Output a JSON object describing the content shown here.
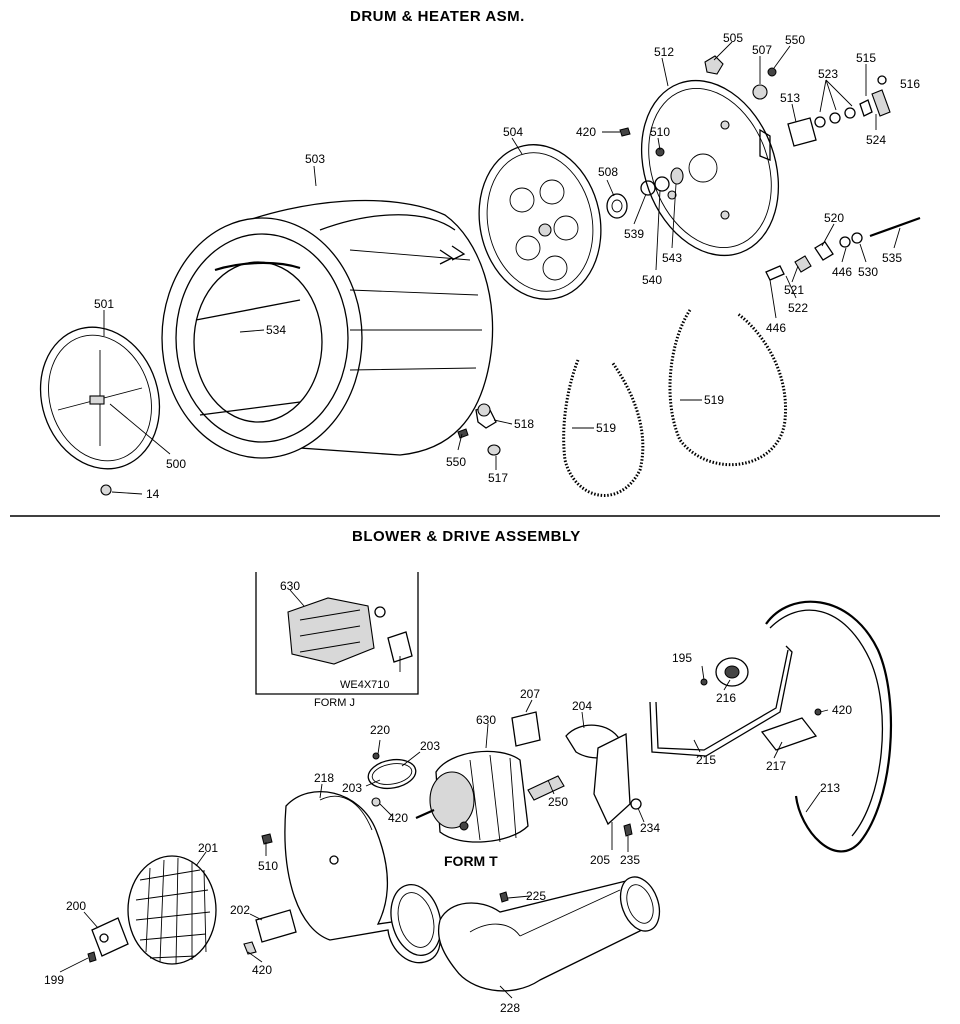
{
  "diagram": {
    "top_title": "DRUM & HEATER ASM.",
    "bottom_title": "BLOWER & DRIVE ASSEMBLY",
    "inset_model": "WE4X710",
    "inset_form": "FORM J",
    "form_t": "FORM T",
    "parts": {
      "p505": "505",
      "p507": "507",
      "p550a": "550",
      "p512": "512",
      "p515": "515",
      "p516": "516",
      "p523": "523",
      "p513": "513",
      "p524": "524",
      "p420a": "420",
      "p504": "504",
      "p510a": "510",
      "p508": "508",
      "p503": "503",
      "p539": "539",
      "p540": "540",
      "p543": "543",
      "p520": "520",
      "p535": "535",
      "p521": "521",
      "p446a": "446",
      "p530": "530",
      "p522": "522",
      "p446b": "446",
      "p501": "501",
      "p534": "534",
      "p500": "500",
      "p14": "14",
      "p518": "518",
      "p519a": "519",
      "p519b": "519",
      "p550b": "550",
      "p517": "517",
      "p630a": "630",
      "p195": "195",
      "p216": "216",
      "p420b": "420",
      "p207": "207",
      "p204": "204",
      "p220": "220",
      "p203a": "203",
      "p630b": "630",
      "p215": "215",
      "p217": "217",
      "p218": "218",
      "p203b": "203",
      "p420c": "420",
      "p250": "250",
      "p234": "234",
      "p213": "213",
      "p201": "201",
      "p510b": "510",
      "p205": "205",
      "p235": "235",
      "p200": "200",
      "p202": "202",
      "p225": "225",
      "p199": "199",
      "p420d": "420",
      "p228": "228"
    }
  }
}
